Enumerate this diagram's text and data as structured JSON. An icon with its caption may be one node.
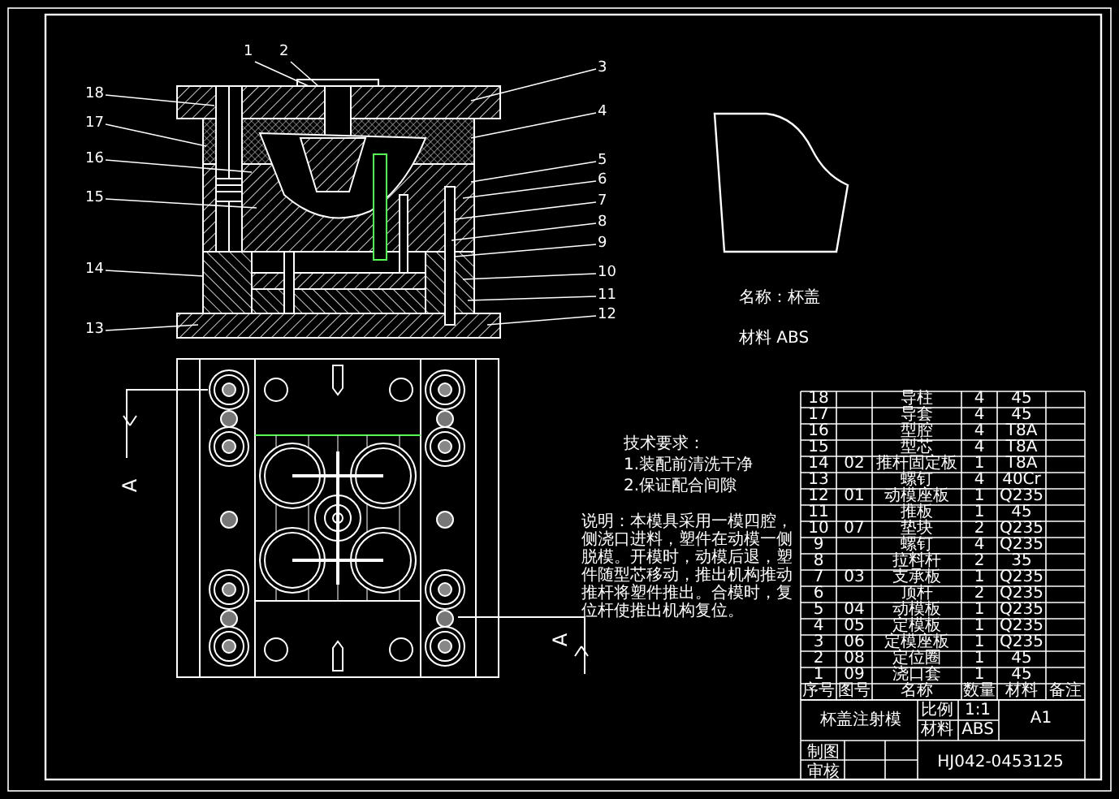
{
  "diagram": {
    "nodes": [
      {
        "text": [
          "1"
        ]
      },
      {
        "text": [
          "2"
        ]
      },
      {
        "text": [
          "3"
        ]
      },
      {
        "text": [
          "4"
        ]
      },
      {
        "text": [
          "5"
        ]
      },
      {
        "text": [
          "6"
        ]
      },
      {
        "text": [
          "7"
        ]
      },
      {
        "text": [
          "8"
        ]
      },
      {
        "text": [
          "9"
        ]
      },
      {
        "text": [
          "10"
        ]
      },
      {
        "text": [
          "11"
        ]
      },
      {
        "text": [
          "12"
        ]
      },
      {
        "text": [
          "13"
        ]
      },
      {
        "text": [
          "14"
        ]
      },
      {
        "text": [
          "15"
        ]
      },
      {
        "text": [
          "16"
        ]
      },
      {
        "text": [
          "17"
        ]
      },
      {
        "text": [
          "18"
        ]
      }
    ],
    "edges": [
      {
        "from": 0,
        "to": null,
        "arrow": "none"
      },
      {
        "from": 1,
        "to": null,
        "arrow": "none"
      },
      {
        "from": 2,
        "to": null,
        "arrow": "none"
      },
      {
        "from": 3,
        "to": null,
        "arrow": "none"
      },
      {
        "from": 4,
        "to": null,
        "arrow": "none"
      },
      {
        "from": 5,
        "to": null,
        "arrow": "none"
      },
      {
        "from": 6,
        "to": null,
        "arrow": "none"
      },
      {
        "from": 7,
        "to": null,
        "arrow": "none"
      },
      {
        "from": 8,
        "to": null,
        "arrow": "none"
      },
      {
        "from": 9,
        "to": null,
        "arrow": "none"
      },
      {
        "from": 10,
        "to": null,
        "arrow": "none"
      },
      {
        "from": 11,
        "to": null,
        "arrow": "none"
      },
      {
        "from": 12,
        "to": null,
        "arrow": "none"
      },
      {
        "from": 13,
        "to": null,
        "arrow": "none"
      },
      {
        "from": 14,
        "to": null,
        "arrow": "none"
      },
      {
        "from": 15,
        "to": null,
        "arrow": "none"
      },
      {
        "from": 16,
        "to": null,
        "arrow": "none"
      },
      {
        "from": 17,
        "to": null,
        "arrow": "none"
      }
    ],
    "labels": [
      "A",
      "A",
      "名称：杯盖",
      "材料 ABS",
      "技术要求：",
      "1.装配前清洗干净",
      "2.保证配合间隙",
      "说明：本模具采用一模四腔，侧浇口进料，塑件在动模一侧脱模。开模时，动模后退，塑件随型芯移动，推出机构推动推杆将塑件推出。合模时，复位杆使推出机构复位。",
      "18",
      "导柱",
      "4",
      "45",
      "17",
      "导套",
      "4",
      "45",
      "16",
      "型腔",
      "4",
      "T8A",
      "15",
      "型芯",
      "4",
      "T8A",
      "14",
      "02",
      "推杆固定板",
      "1",
      "T8A",
      "13",
      "螺钉",
      "4",
      "40Cr",
      "12",
      "01",
      "动模座板",
      "1",
      "Q235",
      "11",
      "推板",
      "1",
      "45",
      "10",
      "07",
      "垫块",
      "2",
      "Q235",
      "9",
      "螺钉",
      "4",
      "Q235",
      "8",
      "拉料杆",
      "2",
      "35",
      "7",
      "03",
      "支承板",
      "1",
      "Q235",
      "6",
      "顶杆",
      "2",
      "Q235",
      "5",
      "04",
      "动模板",
      "1",
      "Q235",
      "4",
      "05",
      "定模板",
      "1",
      "Q235",
      "3",
      "06",
      "定模座板",
      "1",
      "Q235",
      "2",
      "08",
      "定位圈",
      "1",
      "45",
      "1",
      "09",
      "浇口套",
      "1",
      "45",
      "序号",
      "图号",
      "名称",
      "数量",
      "材料",
      "备注",
      "杯盖注射模",
      "比例",
      "1:1",
      "材料",
      "ABS",
      "A1",
      "制图",
      "审核",
      "HJ042-0453125"
    ]
  }
}
